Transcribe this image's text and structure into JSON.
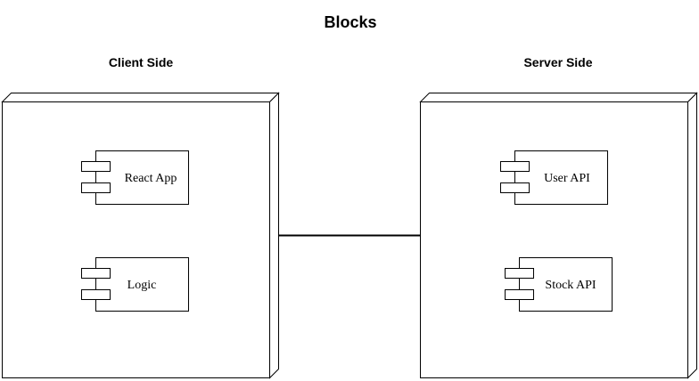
{
  "diagram": {
    "title": "Blocks",
    "nodes": [
      {
        "label": "Client Side",
        "components": [
          "React App",
          "Logic"
        ]
      },
      {
        "label": "Server Side",
        "components": [
          "User API",
          "Stock API"
        ]
      }
    ],
    "connections": [
      {
        "from": "Client Side",
        "to": "Server Side"
      }
    ]
  }
}
